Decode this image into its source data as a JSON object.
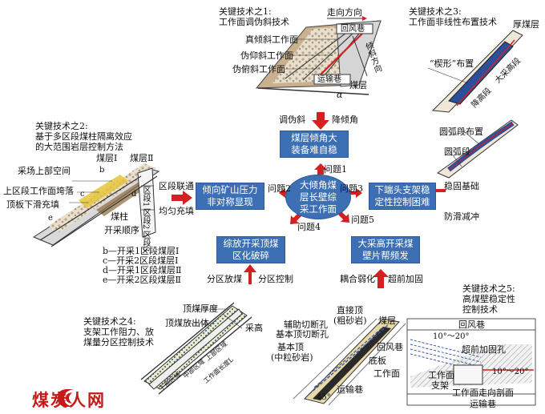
{
  "center": {
    "line1": "大倾角煤",
    "line2": "层长壁综",
    "line3": "采工作面"
  },
  "problems": {
    "p1": {
      "box_l1": "煤层倾角大",
      "box_l2": "装备难自稳",
      "label": "问题1"
    },
    "p2": {
      "box_l1": "倾向矿山压力",
      "box_l2": "非对称显现",
      "label": "问题2"
    },
    "p3": {
      "box_l1": "下端头支架稳",
      "box_l2": "定性控制困难",
      "label": "问题3"
    },
    "p4": {
      "box_l1": "综放开采顶煤",
      "box_l2": "区化破碎",
      "label": "问题4"
    },
    "p5": {
      "box_l1": "大采高开采煤",
      "box_l2": "壁片帮频发",
      "label": "问题5"
    }
  },
  "methods": {
    "tiao_wei_xie": "调伪斜",
    "jiang_qing_jiao": "降倾角",
    "qu_duan_lian_tong": "区段联通",
    "jun_yun_chong_tian": "均匀充填",
    "wen_gu_ji_chu": "稳固基础",
    "fang_hua_jian_chong": "防滑减冲",
    "fen_qu_fang_mei": "分区放煤",
    "fen_qu_kong_zhi": "分区控制",
    "ou_he_ruo_hua": "耦合弱化",
    "chao_qian_jia_gu": "超前加固"
  },
  "tech1": {
    "title_l1": "关键技术之1:",
    "title_l2": "工作面调伪斜技术",
    "strike": "走向方向",
    "return_airway": "回风巷",
    "dip": "倾斜方向",
    "true_incl": "真倾斜工作面",
    "pseudo_up": "伪仰斜工作面",
    "pseudo_down": "伪俯斜工作面",
    "haulage": "运输巷",
    "seam": "煤层",
    "alpha": "α"
  },
  "tech2": {
    "title_l1": "关键技术之2:",
    "title_l2": "基于多区段煤柱隔离效应",
    "title_l3": "的大范围岩层控制方法",
    "seam_i": "煤层Ⅰ",
    "seam_ii": "煤层Ⅱ",
    "upper_space": "采场上部空间",
    "upper_collapse": "上区段工作面垮落",
    "roof_slide": "顶板下滑充填",
    "pillar": "煤柱",
    "sequence": "开采顺序",
    "zone1": "区段1",
    "zone2": "区段2",
    "zone3": "区段3",
    "b": "b",
    "c": "c",
    "d": "d",
    "e": "e",
    "legend": [
      "b—开采1区段煤层Ⅰ",
      "c—开采2区段煤层Ⅰ",
      "d—开采1区段煤层Ⅱ",
      "e—开采2区段煤层Ⅱ"
    ]
  },
  "tech3": {
    "title_l1": "关键技术之3:",
    "title_l2": "工作面非线性布置技术",
    "thick_seam": "厚煤层",
    "wedge": "“楔形”布置",
    "high_seg": "大采高段",
    "low_seg": "降高段",
    "arc_layout": "圆弧段布置",
    "arc_seg": "圆弧段"
  },
  "tech4": {
    "title_l1": "关键技术之4:",
    "title_l2": "支架工作阻力、放",
    "title_l3": "煤量分区控制技术",
    "top_thick": "顶煤厚度",
    "caving_body": "顶煤放出体",
    "mining_h": "采高",
    "upper": "上部区域",
    "middle": "中部区域",
    "lower": "下部区域",
    "face_len": "工作面长度L"
  },
  "tech5": {
    "title_l1": "关键技术之5:",
    "title_l2": "高煤壁稳定性",
    "title_l3": "控制技术",
    "direct_roof": "直接顶",
    "direct_rock": "(粗砂岩)",
    "seam": "煤层",
    "aux_hole": "辅助切断孔",
    "basic_hole": "基本顶切断孔",
    "basic_roof": "基本顶",
    "basic_rock": "(中粒砂岩)",
    "return_airway": "回风巷",
    "floor": "底板",
    "face": "工作面",
    "haulage": "运输巷",
    "angle45": "45°",
    "return_airway2": "回风巷",
    "angle1": "10°～20°",
    "advance_hole": "超前加固孔",
    "support_l1": "工作面",
    "support_l2": "支架",
    "angle2": "10°～20°",
    "section": "工作面走向剖面",
    "haulage2": "运输巷"
  },
  "logo": "煤炭人网",
  "colors": {
    "box_blue": "#3d6fb4",
    "arrow_red": "#d42020",
    "seam_gray": "#5a5a5a"
  }
}
